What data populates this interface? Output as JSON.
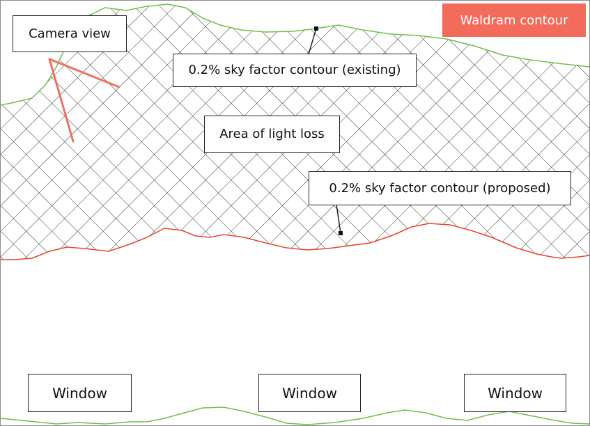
{
  "badge": {
    "text": "Waldram contour",
    "bg": "#f26b5b",
    "fg": "#ffffff"
  },
  "labels": {
    "camera_view": "Camera view",
    "existing": "0.2% sky factor contour (existing)",
    "light_loss": "Area of light loss",
    "proposed": "0.2% sky factor contour (proposed)"
  },
  "windows": [
    "Window",
    "Window",
    "Window"
  ],
  "colors": {
    "existing_contour": "#6cc04a",
    "proposed_contour": "#e8432d",
    "camera_lines": "#f07060",
    "hatch": "#333333"
  }
}
